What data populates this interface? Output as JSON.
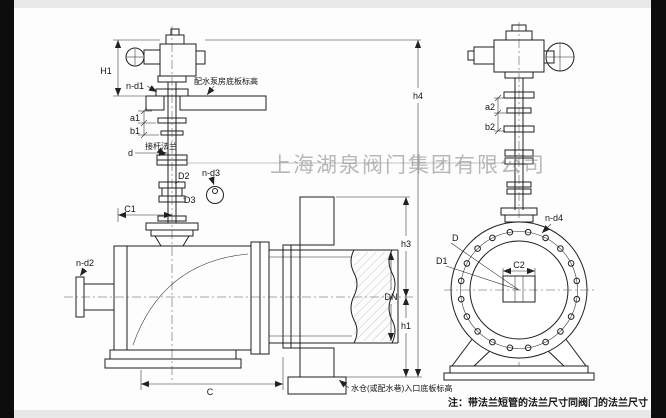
{
  "watermark": "上海湖泉阀门集团有限公司",
  "note": "注：带法兰短管的法兰尺寸同阀门的法兰尺寸",
  "labels": {
    "pump_room_floor": "配水泵房底板标高",
    "rod_flange": "接杆法兰",
    "sump_floor": "水仓(或配水巷)入口底板标高"
  },
  "dims": {
    "H1": "H1",
    "n-d1": "n-d1",
    "a1": "a1",
    "b1": "b1",
    "d": "d",
    "D2": "D2",
    "D3": "D3",
    "n-d3": "n-d3",
    "C1": "C1",
    "n-d2": "n-d2",
    "C": "C",
    "DN": "DN",
    "h1": "h1",
    "h3": "h3",
    "h4": "h4",
    "a2": "a2",
    "b2": "b2",
    "n-d4": "n-d4",
    "D": "D",
    "D1": "D1",
    "C2": "C2"
  },
  "colors": {
    "ink": "#1f1f1f",
    "watermark_gray": "#8d8d8d",
    "letterbox": "#0d0d0d"
  }
}
